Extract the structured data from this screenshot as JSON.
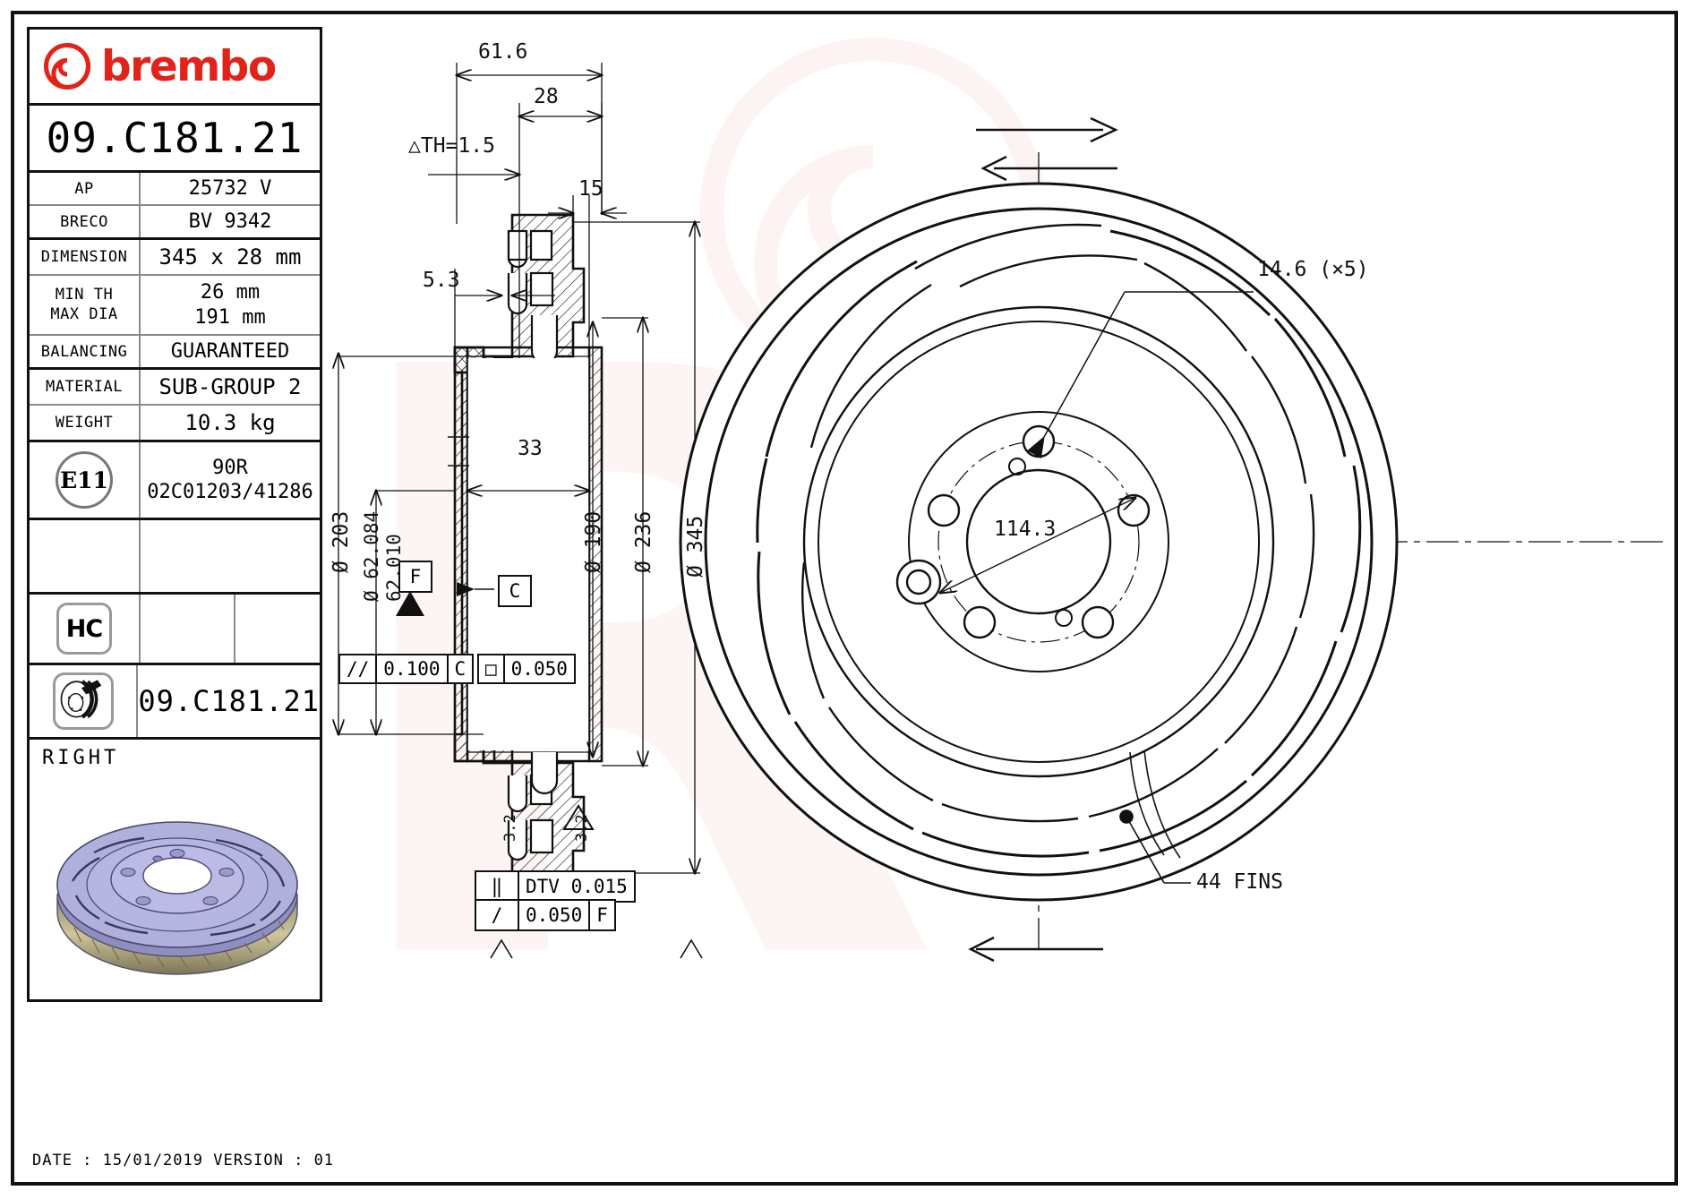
{
  "sheet": {
    "footer": "DATE : 15/01/2019 VERSION : 01"
  },
  "brand": {
    "name": "brembo",
    "logo_color": "#e2231a",
    "logo_icon": "brembo-swirl-logo"
  },
  "info_table": {
    "part_number": "09.C181.21",
    "rows": [
      {
        "label": "AP",
        "value": "25732 V"
      },
      {
        "label": "BRECO",
        "value": "BV 9342"
      },
      {
        "label": "DIMENSION",
        "value": "345 x 28 mm"
      },
      {
        "label": "MIN TH",
        "value": "26 mm"
      },
      {
        "label": "MAX DIA",
        "value": "191 mm"
      },
      {
        "label": "BALANCING",
        "value": "GUARANTEED"
      },
      {
        "label": "MATERIAL",
        "value": "SUB-GROUP 2"
      },
      {
        "label": "WEIGHT",
        "value": "10.3 kg"
      }
    ],
    "homologation": {
      "badge": "E11",
      "line1": "90R",
      "line2": "02C01203/41286"
    },
    "hc_badge": "HC",
    "disc_icon_part_number": "09.C181.21",
    "side": "RIGHT"
  },
  "section_view": {
    "dims": {
      "overall_width": "61.6",
      "disc_thickness": "28",
      "th_wear": "△TH=1.5",
      "hat_step": "15",
      "hat_wall": "5.3",
      "vane_depth": "33",
      "outer_hat_dia": "Ø 203",
      "bore_dia_max": "Ø 62.084",
      "bore_dia_min": "62.010",
      "inner_friction_dia": "Ø 190",
      "mid_dia": "Ø 236",
      "outer_dia": "Ø 345",
      "rough_left": "3.2",
      "rough_right": "3.2"
    },
    "datums": {
      "f": "F",
      "c": "C"
    },
    "tolerances": {
      "parallelism": {
        "symbol": "//",
        "value": "0.100",
        "datum": "C"
      },
      "flatness": {
        "symbol": "□",
        "value": "0.050",
        "datum": ""
      },
      "dtv": {
        "symbol": "‖",
        "label": "DTV 0.015"
      },
      "runout": {
        "symbol": "/",
        "value": "0.050",
        "datum": "F"
      }
    }
  },
  "face_view": {
    "bolt_hole_dia": "14.6 (×5)",
    "pcd": "114.3",
    "fins": "44 FINS",
    "rotation_note": "rotation-arrows"
  }
}
